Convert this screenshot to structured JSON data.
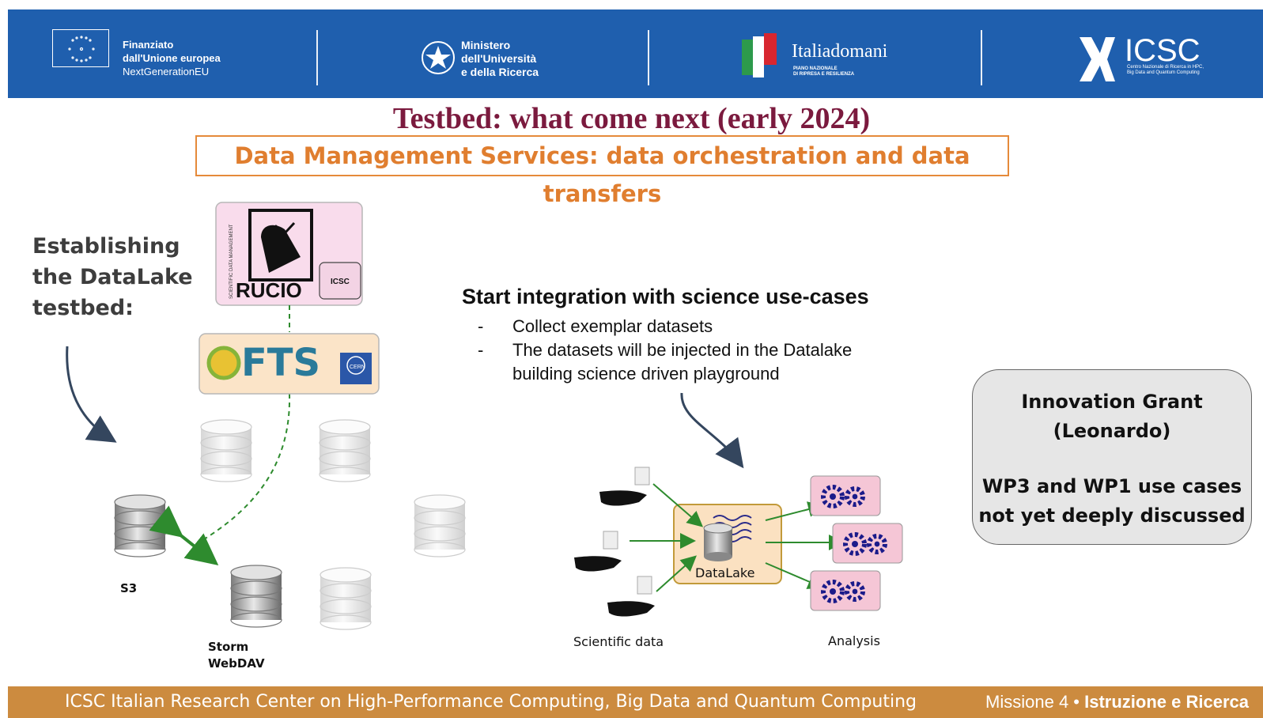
{
  "header": {
    "eu_text": [
      "Finanziato",
      "dall'Unione europea",
      "NextGenerationEU"
    ],
    "ministero_text": [
      "Ministero",
      "dell'Università",
      "e della Ricerca"
    ],
    "italiadomani_main": "Italiadomani",
    "italiadomani_sub": [
      "PIANO NAZIONALE",
      "DI RIPRESA E RESILIENZA"
    ],
    "icsc_main": "ICSC",
    "icsc_sub": [
      "Centro Nazionale di Ricerca in HPC,",
      "Big Data and Quantum Computing"
    ]
  },
  "title": "Testbed: what come next (early 2024)",
  "subtitle": "Data Management Services: data orchestration and data transfers",
  "left": {
    "heading": [
      "Establishing",
      "the DataLake",
      "testbed:"
    ],
    "rucio_label": "RUCIO",
    "rucio_side": "SCIENTIFIC DATA MANAGEMENT",
    "icsc_badge": "ICSC",
    "fts_label": "FTS",
    "cern_label": "CERN",
    "s3_label": "S3",
    "storm_label": [
      "Storm",
      "WebDAV"
    ]
  },
  "center": {
    "heading": "Start integration with science use-cases",
    "bullets": [
      {
        "dash": "-",
        "lines": [
          "Collect exemplar datasets"
        ]
      },
      {
        "dash": "-",
        "lines": [
          "The datasets will be injected in the Datalake",
          "building science driven playground"
        ]
      }
    ],
    "datalake_label": "DataLake",
    "scientific_label": "Scientific data",
    "analysis_label": "Analysis"
  },
  "grant": {
    "line1": "Innovation Grant",
    "line2": "(Leonardo)",
    "line3": "WP3 and WP1 use cases",
    "line4": "not yet deeply discussed"
  },
  "footer": {
    "left": "ICSC Italian Research Center on High-Performance Computing, Big Data and Quantum Computing",
    "right_plain": "Missione 4 • ",
    "right_bold": "Istruzione e Ricerca"
  },
  "colors": {
    "header_blue": "#1f5fae",
    "title_maroon": "#7b1a3e",
    "subtitle_orange": "#e07e2f",
    "footer_orange": "#cc8b3f",
    "arrow_green": "#2e8b2e"
  }
}
